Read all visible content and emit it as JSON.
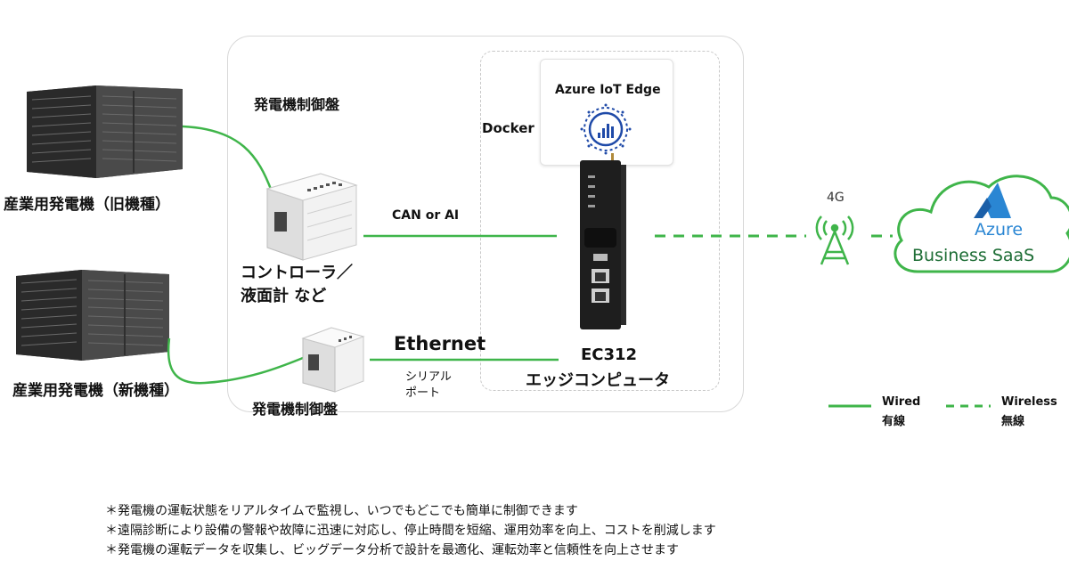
{
  "generator_old": "産業用発電機（旧機種）",
  "generator_new": "産業用発電機（新機種）",
  "control_panel_title": "発電機制御盤",
  "controller_label_line1": "コントローラ／",
  "controller_label_line2": "液面計 など",
  "control_panel_bottom": "発電機制御盤",
  "can_label": "CAN or AI",
  "ethernet_label": "Ethernet",
  "serial_label_line1": "シリアル",
  "serial_label_line2": "ポート",
  "docker_label": "Docker",
  "iot_edge_label": "Azure IoT Edge",
  "device_model": "EC312",
  "device_name": "エッジコンピュータ",
  "network_label": "4G",
  "cloud_brand": "Azure",
  "cloud_service": "Business SaaS",
  "legend": {
    "wired_en": "Wired",
    "wired_jp": "有線",
    "wireless_en": "Wireless",
    "wireless_jp": "無線"
  },
  "notes": [
    "＊発電機の運転状態をリアルタイムで監視し、いつでもどこでも簡単に制御できます",
    "＊遠隔診断により設備の警報や故障に迅速に対応し、停止時間を短縮、運用効率を向上、コストを削減します",
    "＊発電機の運転データを収集し、ビッグデータ分析で設計を最適化、運転効率と信頼性を向上させます"
  ],
  "colors": {
    "wire": "#3fb54a",
    "azure_blue": "#2a86d3",
    "cloud_stroke": "#3fb54a"
  }
}
